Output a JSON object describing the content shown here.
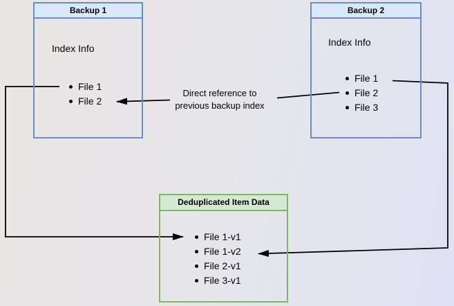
{
  "nodes": {
    "backup1": {
      "title": "Backup 1",
      "body_label": "Index Info",
      "items": [
        "File 1",
        "File 2"
      ]
    },
    "backup2": {
      "title": "Backup 2",
      "body_label": "Index Info",
      "items": [
        "File 1",
        "File 2",
        "File 3"
      ]
    },
    "dedup": {
      "title": "Deduplicated Item Data",
      "items": [
        "File 1-v1",
        "File 1-v2",
        "File 2-v1",
        "File 3-v1"
      ]
    }
  },
  "edges": {
    "direct_reference": {
      "from": "Backup 2 / File 2",
      "to": "Backup 1 / File 2",
      "label_lines": [
        "Direct reference to",
        "previous backup index"
      ]
    },
    "backup1_file1_to_dedup": {
      "from": "Backup 1 / File 1",
      "to": "Deduplicated Item Data / File 1-v1"
    },
    "backup2_file1_to_dedup": {
      "from": "Backup 2 / File 1",
      "to": "Deduplicated Item Data / File 1-v2"
    }
  },
  "colors": {
    "blue_header_fill": "#dae8fc",
    "blue_border": "#6c8ebf",
    "green_header_fill": "#d5e8d4",
    "green_border": "#82b366",
    "arrow": "#000000"
  }
}
